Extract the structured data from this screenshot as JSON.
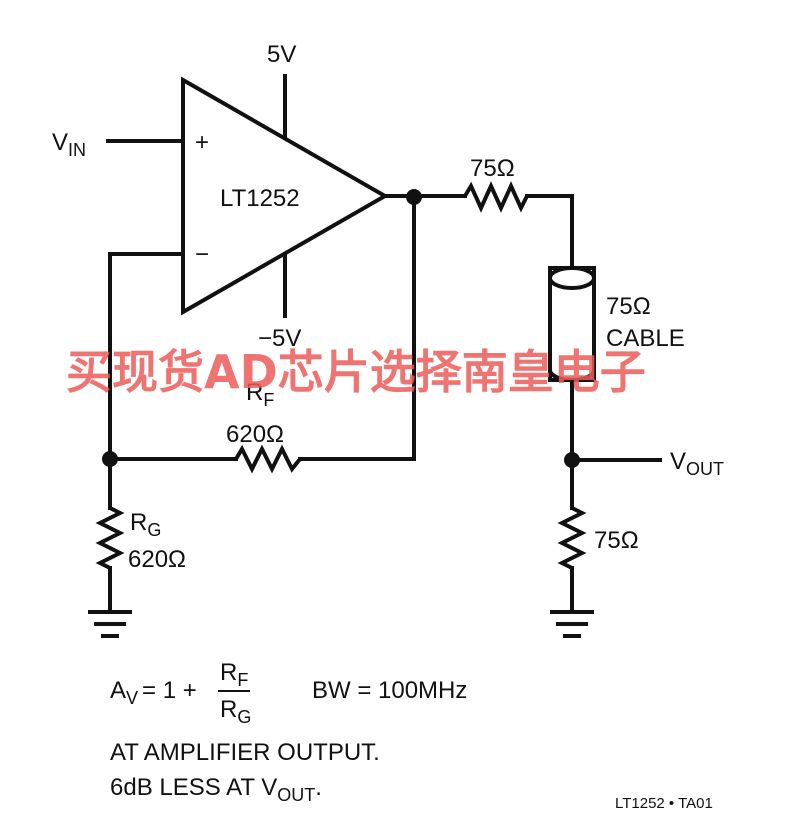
{
  "opamp": {
    "name": "LT1252",
    "plus": "+",
    "minus": "−",
    "vpos": "5V",
    "vneg": "−5V"
  },
  "vin": {
    "main": "V",
    "sub": "IN"
  },
  "series_resistor": "75Ω",
  "cable": {
    "value": "75Ω",
    "label": "CABLE"
  },
  "vout": {
    "main": "V",
    "sub": "OUT"
  },
  "load_resistor": "75Ω",
  "rf": {
    "name_main": "R",
    "name_sub": "F",
    "value": "620Ω"
  },
  "rg": {
    "name_main": "R",
    "name_sub": "G",
    "value": "620Ω"
  },
  "watermark": "买现货AD芯片选择南皇电子",
  "equation": {
    "lhs_main": "A",
    "lhs_sub": "V",
    "rhs_prefix": "= 1 +",
    "num_main": "R",
    "num_sub": "F",
    "den_main": "R",
    "den_sub": "G",
    "bw": "BW = 100MHz"
  },
  "notes": {
    "line1": "AT AMPLIFIER OUTPUT.",
    "line2_prefix": "6dB LESS AT V",
    "line2_sub": "OUT",
    "line2_suffix": "."
  },
  "figure_id": "LT1252 • TA01",
  "colors": {
    "ink": "#111111",
    "watermark": "#ec5c58",
    "background": "#ffffff"
  }
}
